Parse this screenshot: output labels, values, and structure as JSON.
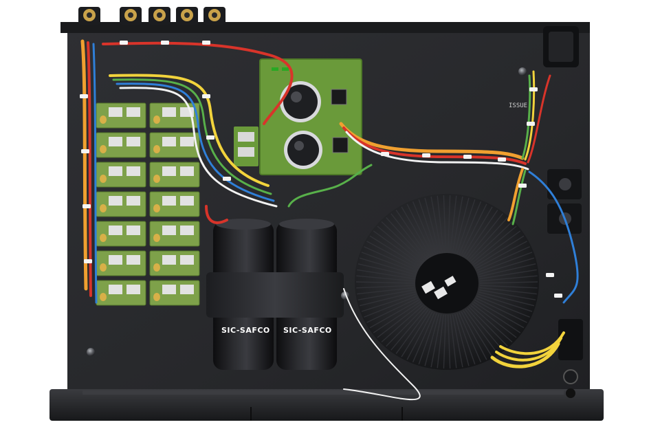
{
  "photo": {
    "subject": "amplifier-internals-top-view",
    "background_color": "#ffffff",
    "chassis_color": "#2b2c2f",
    "pcb_color": "#6a9a3a"
  },
  "markings": {
    "capacitor_brand": "SIC-SAFCO",
    "chassis_silk": "ISSUE"
  },
  "colors": {
    "wire_red": "#d8342a",
    "wire_orange": "#f0a030",
    "wire_yellow": "#f2d33c",
    "wire_green": "#58b04a",
    "wire_blue": "#2f7fd8",
    "wire_white": "#f2f2f2",
    "wire_purple": "#9a5bc9",
    "toroid": "#1e1f22",
    "capacitor": "#18191b",
    "amp_board": "#7ea14a"
  }
}
